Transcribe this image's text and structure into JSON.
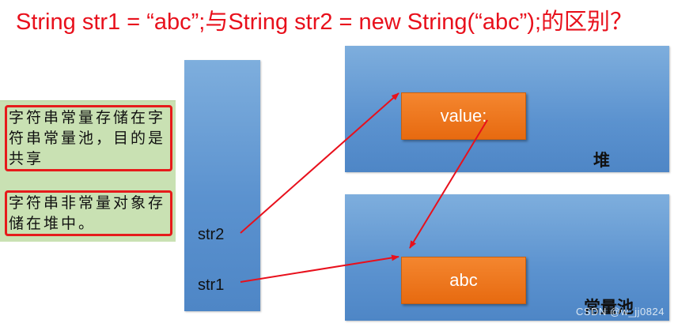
{
  "title": "String str1  = “abc”;与String str2 = new String(“abc”);的区别？",
  "notes": [
    "字符串常量存储在字符串常量池，目的是共享",
    "字符串非常量对象存储在堆中。"
  ],
  "stack": {
    "variables": [
      "str2",
      "str1"
    ]
  },
  "heap": {
    "label": "堆",
    "object_label": "value:"
  },
  "string_pool": {
    "label": "常量池",
    "object_label": "abc"
  },
  "watermark": "CSDN @w_jj0824",
  "colors": {
    "title": "#e8101c",
    "note_border": "#e61b1b",
    "note_bg": "#c9e1b3",
    "region": "#5b92cf",
    "object": "#e76a10",
    "arrow": "#e8101c"
  }
}
